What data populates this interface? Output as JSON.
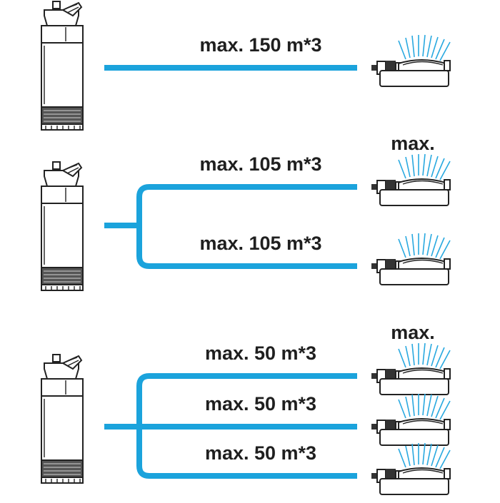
{
  "colors": {
    "pipe": "#1ba3dc",
    "spray": "#29a9e0",
    "text": "#1f1f1f"
  },
  "icons": {
    "pump": "submersible-pump-icon",
    "sprinkler": "oscillating-sprinkler-icon"
  },
  "setups": [
    {
      "outlets": [
        {
          "label": "max. 150 m*3",
          "sprinkler_label": ""
        }
      ]
    },
    {
      "outlets": [
        {
          "label": "max. 105 m*3",
          "sprinkler_label": "max."
        },
        {
          "label": "max. 105 m*3",
          "sprinkler_label": ""
        }
      ]
    },
    {
      "outlets": [
        {
          "label": "max. 50 m*3",
          "sprinkler_label": "max."
        },
        {
          "label": "max. 50 m*3",
          "sprinkler_label": ""
        },
        {
          "label": "max. 50 m*3",
          "sprinkler_label": ""
        }
      ]
    }
  ]
}
